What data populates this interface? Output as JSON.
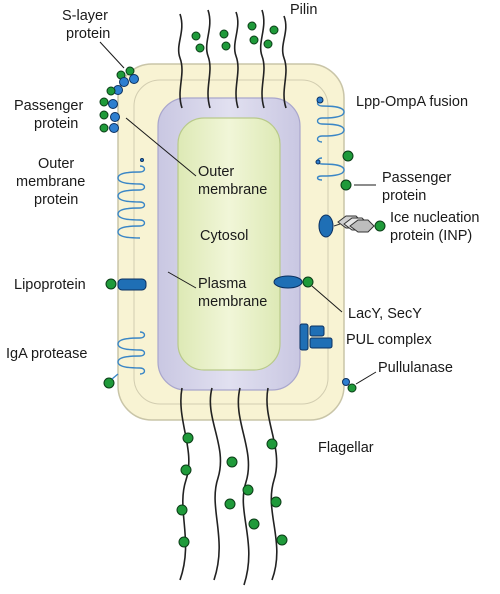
{
  "labels": {
    "pilin": "Pilin",
    "s_layer_line1": "S-layer",
    "s_layer_line2": "protein",
    "passenger_left_line1": "Passenger",
    "passenger_left_line2": "protein",
    "outer_mem_protein_line1": "Outer",
    "outer_mem_protein_line2": "membrane",
    "outer_mem_protein_line3": "protein",
    "lipoprotein": "Lipoprotein",
    "iga_protease": "IgA protease",
    "lpp_ompa": "Lpp-OmpA fusion",
    "passenger_right_line1": "Passenger",
    "passenger_right_line2": "protein",
    "inp_line1": "Ice nucleation",
    "inp_line2": "protein (INP)",
    "lacy_secy": "LacY, SecY",
    "pul_complex": "PUL complex",
    "pullulanase": "Pullulanase",
    "flagellar": "Flagellar",
    "outer_membrane_line1": "Outer",
    "outer_membrane_line2": "membrane",
    "cytosol": "Cytosol",
    "plasma_membrane_line1": "Plasma",
    "plasma_membrane_line2": "membrane"
  },
  "colors": {
    "cell_wall": "#f8f3d3",
    "periplasm": "#d8d6ea",
    "cytosol": "#e9f2c8",
    "green_protein": "#1f9a3a",
    "blue_protein": "#2e7fd0"
  }
}
